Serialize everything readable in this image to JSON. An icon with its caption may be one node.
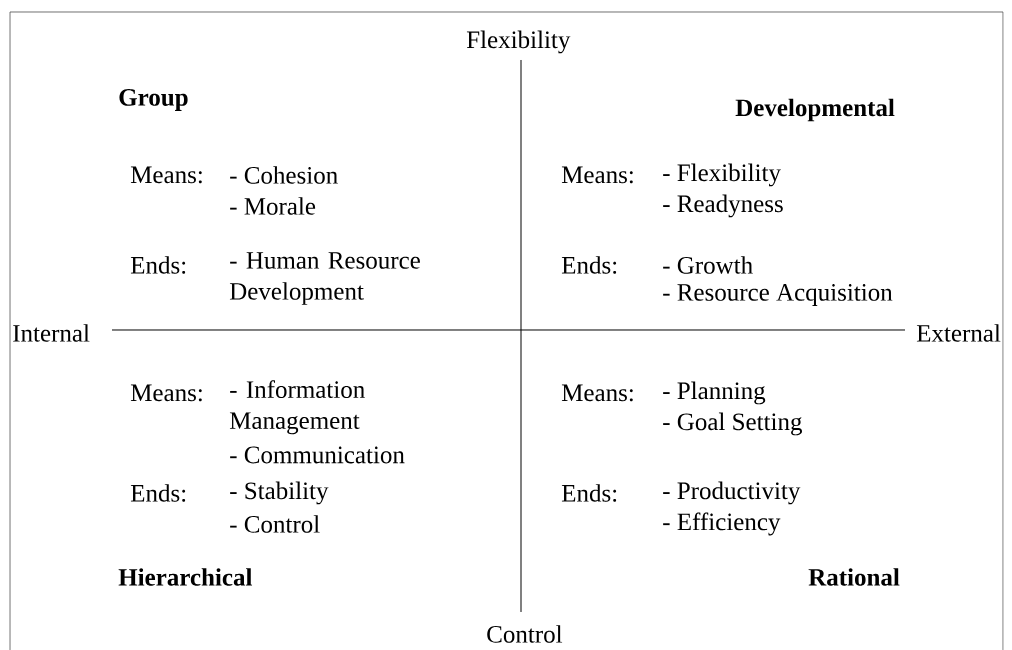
{
  "diagram": {
    "labels": [
      "Flexibility",
      "Group",
      "Developmental",
      "Means:",
      "- Cohesion",
      "Means:",
      "- Flexibility",
      "- Morale",
      "- Readyness",
      "Ends:",
      "- Human Resource Development",
      "Ends:",
      "- Growth",
      "- Resource Acquisition",
      "Internal",
      "External",
      "Means:",
      "- Information Management",
      "Means:",
      "- Planning",
      "- Goal Setting",
      "- Communication",
      "Ends:",
      "- Stability",
      "Ends:",
      "- Productivity",
      "- Control",
      "- Efficiency",
      "Hierarchical",
      "Rational",
      "Control"
    ]
  }
}
